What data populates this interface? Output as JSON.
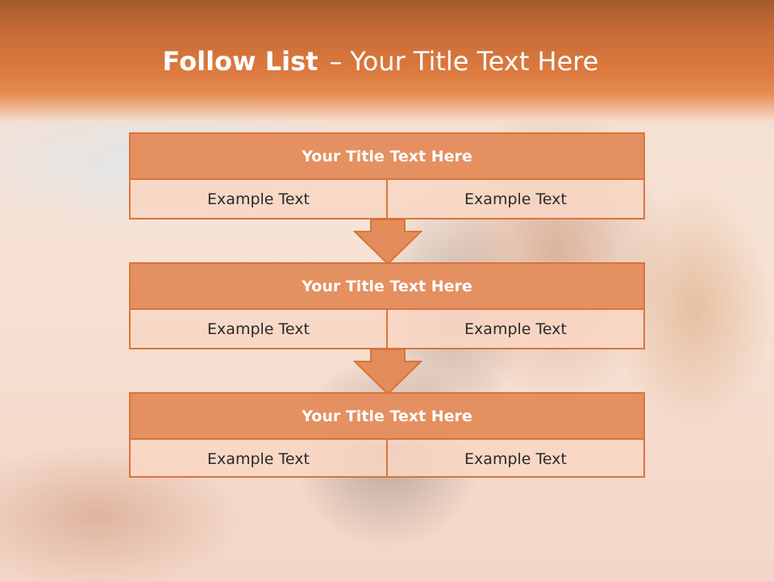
{
  "slide": {
    "title_bold": "Follow List",
    "title_dash": "–",
    "title_rest": "Your Title Text Here"
  },
  "steps": [
    {
      "title": "Your Title Text Here",
      "left": "Example Text",
      "right": "Example Text"
    },
    {
      "title": "Your Title Text Here",
      "left": "Example Text",
      "right": "Example Text"
    },
    {
      "title": "Your Title Text Here",
      "left": "Example Text",
      "right": "Example Text"
    }
  ],
  "colors": {
    "header_orange": "#dc7a3f",
    "box_border": "#d9743a",
    "box_header_fill": "#e38c5c",
    "box_body_fill": "#f8d6c4",
    "arrow_fill": "#e38c5c"
  }
}
